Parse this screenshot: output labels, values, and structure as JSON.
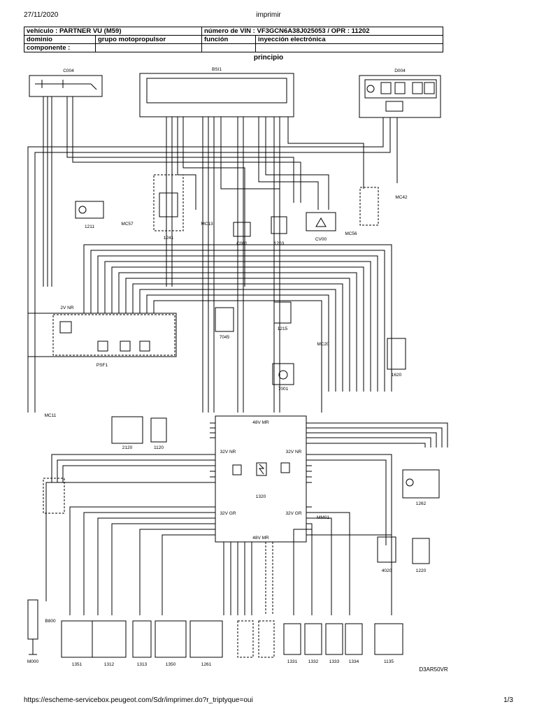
{
  "header": {
    "date": "27/11/2020",
    "title": "imprimir"
  },
  "info": {
    "vehicle": "vehículo : PARTNER VU (M59)",
    "vin": "número de VIN : VF3GCN6A38J025053 / OPR : 11202",
    "domain_label": "dominio",
    "domain_value": "grupo motopropulsor",
    "function_label": "función",
    "function_value": "inyección electrónica",
    "component_label": "componente :"
  },
  "section_title": "principio",
  "diagram": {
    "components": {
      "c0004": "C004",
      "b5i1": "BSI1",
      "d004": "D004",
      "c001": "C001",
      "c1171": "1211",
      "mc57": "MC57",
      "c1241": "1241",
      "mc13": "MC13",
      "c1203": "1203",
      "cv00": "CV00",
      "mc56": "MC56",
      "mc42": "MC42",
      "psf1": "PSF1",
      "c7045": "7045",
      "c1215": "1215",
      "mc20": "MC20",
      "c7001": "7001",
      "c1620": "1620",
      "mc11": "MC11",
      "c2120": "2120",
      "c1120": "1120",
      "ecu": "1320",
      "c1262": "1262",
      "mm01": "MM01",
      "c4020": "4020",
      "c1220": "1220",
      "b800": "B800",
      "m000": "M000",
      "c1351": "1351",
      "c1312": "1312",
      "c1313": "1313",
      "c1350": "1350",
      "c1261": "1261",
      "c1331": "1331",
      "c1332": "1332",
      "c1333": "1333",
      "c1334": "1334",
      "c1135": "1135"
    },
    "connectors": {
      "ecu_top": "48V MR",
      "ecu_bottom": "48V MR",
      "ecu_left_top": "32V NR",
      "ecu_right_top": "32V NR",
      "ecu_left_bottom": "32V GR",
      "ecu_right_bottom": "32V GR",
      "psf1_conn": "2V NR"
    },
    "reference": "D3AR50VR"
  },
  "footer": {
    "url": "https://escheme-servicebox.peugeot.com/Sdr/imprimer.do?r_triptyque=oui",
    "page": "1/3"
  }
}
